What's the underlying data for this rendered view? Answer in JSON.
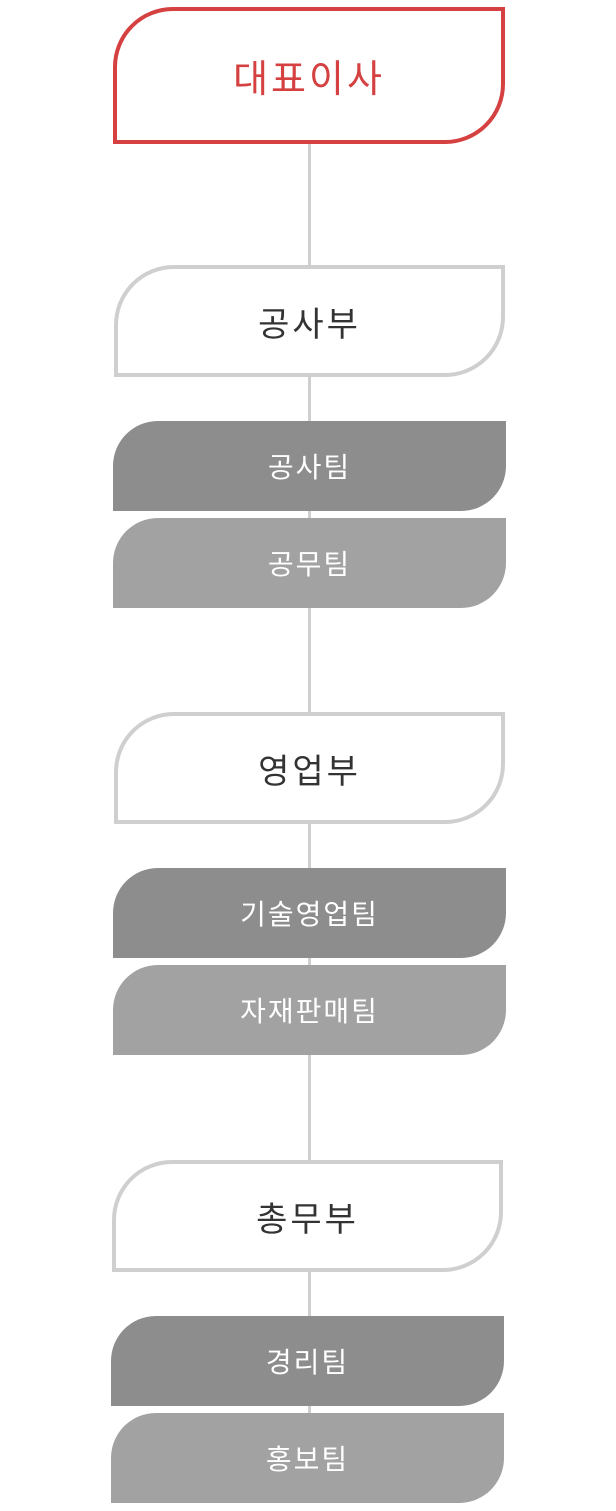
{
  "ceo": {
    "label": "대표이사"
  },
  "departments": [
    {
      "label": "공사부",
      "teams": [
        {
          "label": "공사팀"
        },
        {
          "label": "공무팀"
        }
      ]
    },
    {
      "label": "영업부",
      "teams": [
        {
          "label": "기술영업팀"
        },
        {
          "label": "자재판매팀"
        }
      ]
    },
    {
      "label": "총무부",
      "teams": [
        {
          "label": "경리팀"
        },
        {
          "label": "홍보팀"
        }
      ]
    }
  ],
  "colors": {
    "ceo_accent": "#d54040",
    "department_border": "#cfcfcf",
    "team_primary": "#8e8d8e",
    "team_secondary": "#a3a2a3",
    "connector": "#cfcfcf"
  }
}
